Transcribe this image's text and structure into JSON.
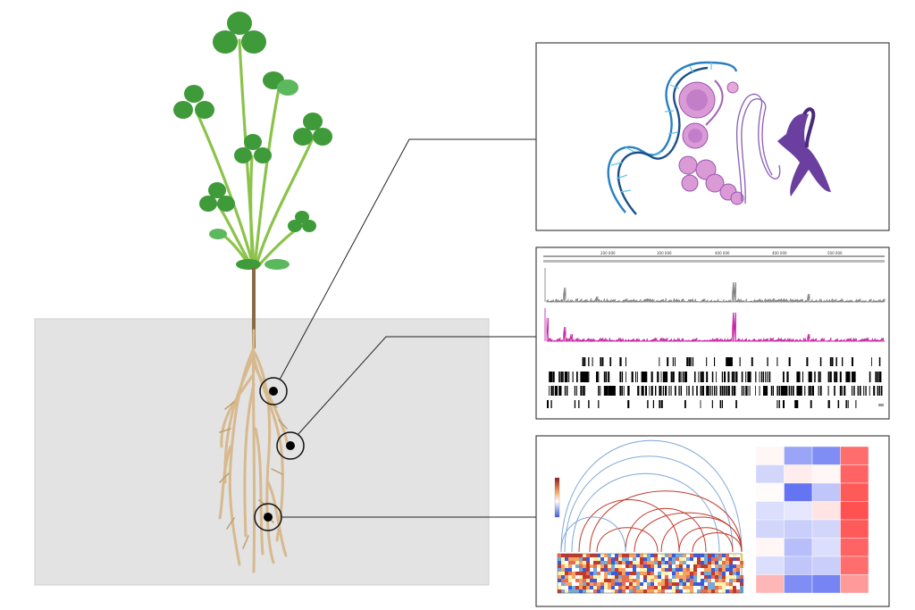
{
  "colors": {
    "soil": "#e3e3e3",
    "soil_border": "#cfcfcf",
    "stem": "#8bc34a",
    "leaf": "#3f9a3a",
    "leaf_light": "#5cb85c",
    "root": "#d7b98e",
    "root_dark": "#bf9d6a",
    "dna_blue": "#2a7fc1",
    "chromatin": "#b58bd1",
    "chromosome": "#6b3fa0",
    "track_gray": "#777777",
    "track_magenta": "#c0149d",
    "arc_red": "#c0392b",
    "arc_blue": "#7fa7d6",
    "heat_red": "#f04848",
    "heat_blue": "#4a5cf0"
  },
  "genome_browser": {
    "ruler_ticks": [
      "200 000",
      "300 000",
      "400 000",
      "400 000",
      "500 000"
    ]
  },
  "heatmap": {
    "rows": 8,
    "values": [
      [
        0.05,
        -0.55,
        -0.7,
        0.8
      ],
      [
        -0.25,
        0.1,
        0.05,
        0.85
      ],
      [
        0.02,
        -0.85,
        -0.35,
        0.9
      ],
      [
        -0.2,
        -0.15,
        0.15,
        0.95
      ],
      [
        -0.25,
        -0.3,
        -0.25,
        0.9
      ],
      [
        0.05,
        -0.4,
        -0.2,
        0.85
      ],
      [
        -0.2,
        -0.35,
        -0.3,
        0.8
      ],
      [
        0.4,
        -0.7,
        -0.75,
        0.55
      ]
    ]
  }
}
